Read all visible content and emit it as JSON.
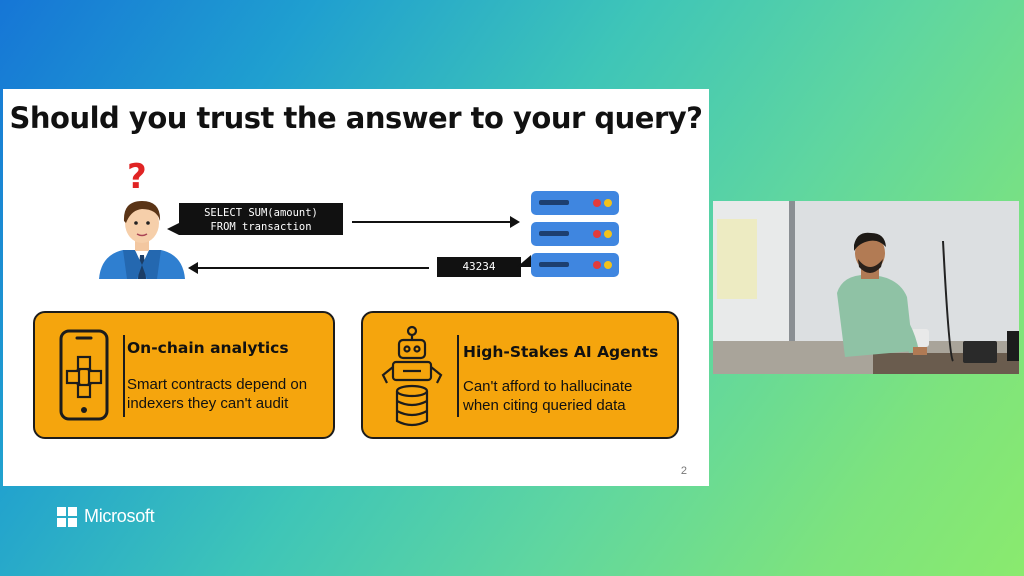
{
  "slide": {
    "title": "Should you trust the answer to your query?",
    "question_mark": "?",
    "query_line1": "SELECT SUM(amount)",
    "query_line2": "FROM transaction",
    "result": "43234",
    "page_number": "2",
    "cards": [
      {
        "icon": "phone-blockchain-icon",
        "title": "On-chain analytics",
        "desc_line1": "Smart contracts depend on",
        "desc_line2": "indexers they can't audit"
      },
      {
        "icon": "robot-database-icon",
        "title": "High-Stakes AI Agents",
        "desc_line1": "Can't afford to hallucinate",
        "desc_line2": "when citing queried data"
      }
    ]
  },
  "branding": {
    "logo_text": "Microsoft"
  },
  "colors": {
    "card_fill": "#f5a50d",
    "server_blue": "#3f86e0",
    "accent_red": "#e02424"
  }
}
